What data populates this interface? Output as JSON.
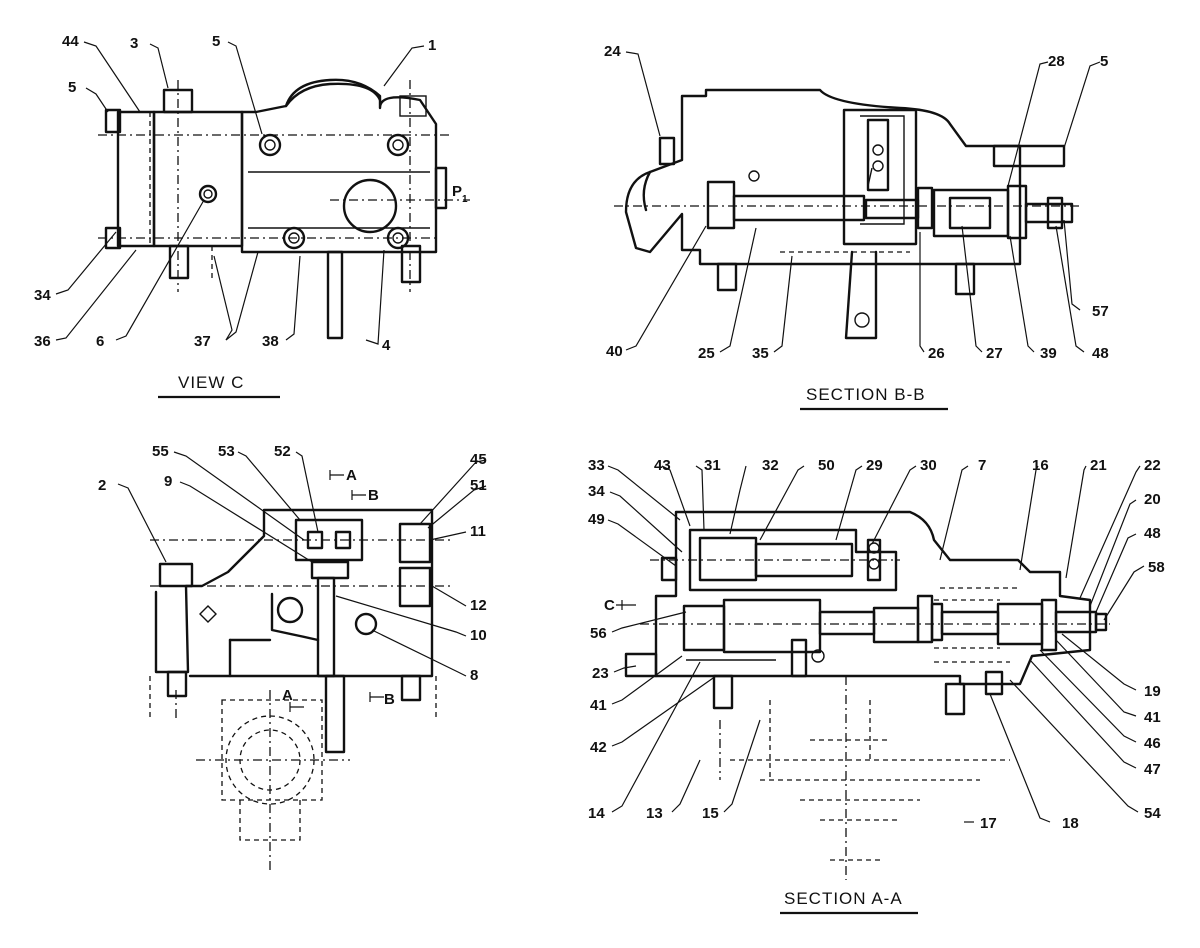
{
  "views": {
    "view_c": {
      "title": "VIEW C"
    },
    "section_bb": {
      "title": "SECTION B-B"
    },
    "section_aa": {
      "title": "SECTION A-A"
    },
    "view_4": {
      "title": ""
    }
  },
  "markers": {
    "port_p": "P",
    "port_p_sub": "1",
    "section_a": "A",
    "section_b": "B",
    "view_c_marker": "C"
  },
  "callouts": {
    "view_c": [
      "44",
      "3",
      "5",
      "5",
      "1",
      "34",
      "36",
      "6",
      "37",
      "38",
      "4"
    ],
    "section_bb": [
      "24",
      "28",
      "5",
      "40",
      "25",
      "35",
      "26",
      "27",
      "39",
      "48",
      "57"
    ],
    "view_4": [
      "2",
      "55",
      "53",
      "52",
      "45",
      "51",
      "11",
      "9",
      "12",
      "10",
      "8"
    ],
    "section_aa": [
      "33",
      "43",
      "31",
      "32",
      "50",
      "29",
      "30",
      "7",
      "16",
      "21",
      "22",
      "34",
      "49",
      "20",
      "48",
      "58",
      "56",
      "23",
      "41",
      "42",
      "14",
      "13",
      "15",
      "17",
      "18",
      "54",
      "47",
      "46",
      "41",
      "19"
    ]
  }
}
